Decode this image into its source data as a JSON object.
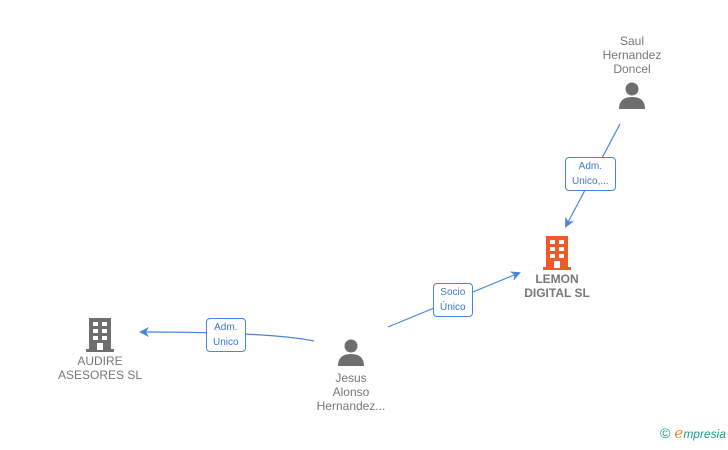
{
  "nodes": {
    "saul": {
      "label": "Saul\nHernandez\nDoncel",
      "type": "person",
      "icon": "person-icon"
    },
    "lemon": {
      "label": "LEMON\nDIGITAL  SL",
      "type": "company-main",
      "icon": "building-icon",
      "color": "#f05a28"
    },
    "audire": {
      "label": "AUDIRE\nASESORES  SL",
      "type": "company",
      "icon": "building-icon",
      "color": "#6e6e6e"
    },
    "jesus": {
      "label": "Jesus\nAlonso\nHernandez...",
      "type": "person",
      "icon": "person-icon"
    }
  },
  "edges": [
    {
      "from": "saul",
      "to": "lemon",
      "label": "Adm.\nUnico,..."
    },
    {
      "from": "jesus",
      "to": "lemon",
      "label": "Socio\nÚnico"
    },
    {
      "from": "jesus",
      "to": "audire",
      "label": "Adm.\nUnico"
    }
  ],
  "colors": {
    "edge": "#4a86d8",
    "person": "#6e6e6e",
    "main_company": "#f05a28",
    "company": "#6e6e6e"
  },
  "brand": {
    "copyright": "©",
    "e": "e",
    "name": "mpresia"
  }
}
